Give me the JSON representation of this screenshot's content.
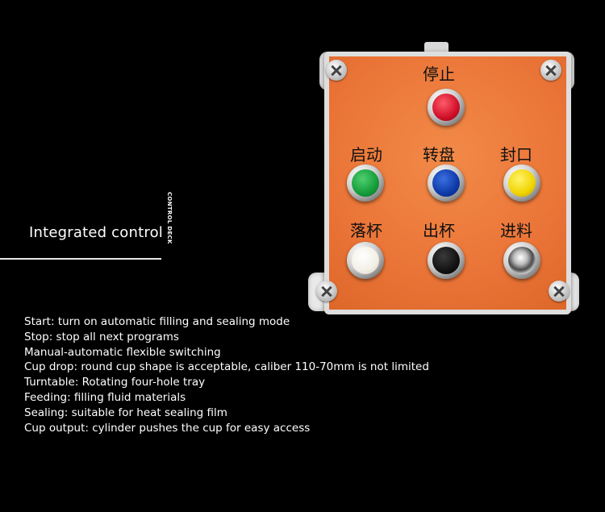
{
  "heading": "Integrated control",
  "vertical_label": "CONTROL DECK",
  "features": [
    "Start: turn on automatic filling and sealing mode",
    "Stop: stop all next programs",
    "Manual-automatic flexible switching",
    "Cup drop: round cup shape is acceptable, caliber 110-70mm is not limited",
    "Turntable: Rotating four-hole tray",
    "Feeding: filling fluid materials",
    "Sealing: suitable for heat sealing film",
    "Cup output: cylinder pushes the cup for easy access"
  ],
  "control_panel": {
    "buttons": [
      {
        "label": "停止",
        "color": "#d0102a"
      },
      {
        "label": "启动",
        "color": "#159c3a"
      },
      {
        "label": "转盘",
        "color": "#0e3aa8"
      },
      {
        "label": "封口",
        "color": "#f1d400"
      },
      {
        "label": "落杯",
        "color": "#f2efe6"
      },
      {
        "label": "出杯",
        "color": "#121212"
      },
      {
        "label": "进料",
        "color": "chrome"
      }
    ]
  }
}
